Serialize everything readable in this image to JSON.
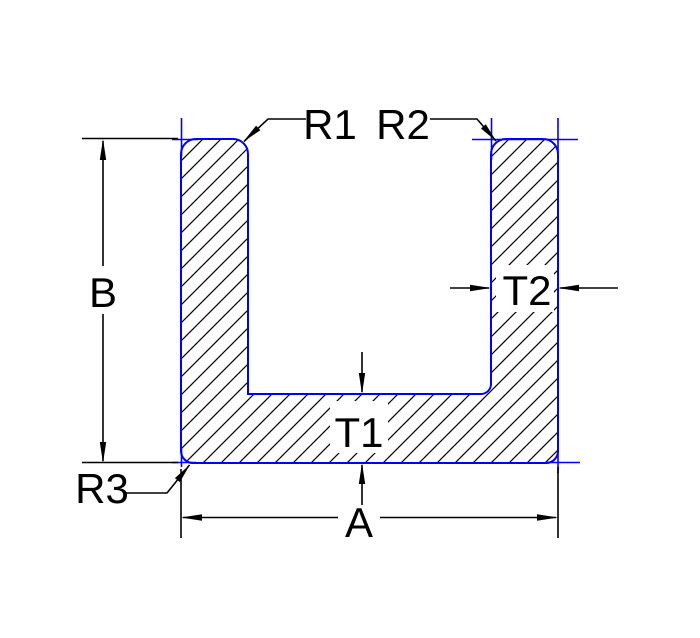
{
  "drawing": {
    "kind": "cad-cross-section",
    "shape": "u-channel",
    "colors": {
      "profile": "#0000ff",
      "dimension": "#000000",
      "text": "#000000",
      "background": "#ffffff",
      "hatch": "#000000"
    },
    "labels": {
      "radius_top_inner_left": "R1",
      "radius_top_inner_right": "R2",
      "radius_bottom_outer": "R3",
      "overall_width": "A",
      "overall_height": "B",
      "web_thickness": "T1",
      "flange_thickness": "T2"
    }
  }
}
